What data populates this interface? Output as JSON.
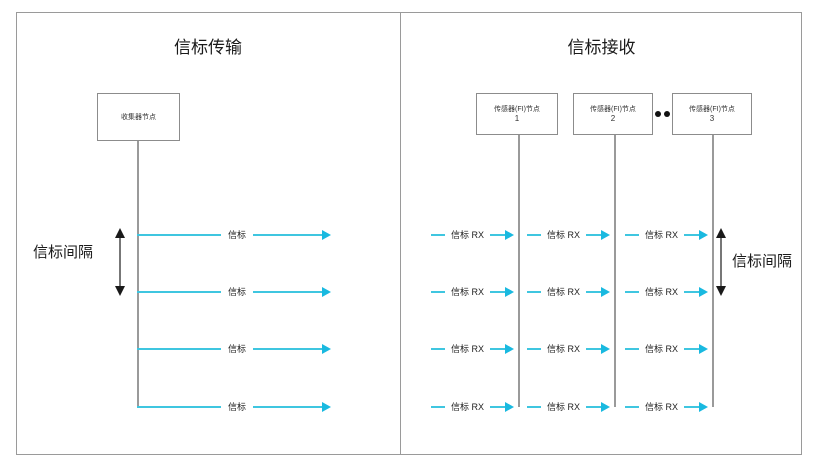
{
  "diagram": {
    "panels": [
      {
        "id": "transmission",
        "title": "信标传输",
        "node": {
          "label_line1": "收集器节点",
          "label_line2": ""
        },
        "interval_label": "信标间隔",
        "messages": [
          {
            "label": "信标"
          },
          {
            "label": "信标"
          },
          {
            "label": "信标"
          },
          {
            "label": "信标"
          }
        ]
      },
      {
        "id": "reception",
        "title": "信标接收",
        "nodes": [
          {
            "label_line1": "传感器(FI)节点",
            "label_line2": "1"
          },
          {
            "label_line1": "传感器(FI)节点",
            "label_line2": "2"
          },
          {
            "label_line1": "传感器(FI)节点",
            "label_line2": "3"
          }
        ],
        "ellipsis": "••",
        "interval_label": "信标间隔",
        "rx_rows": [
          [
            {
              "label": "信标 RX"
            },
            {
              "label": "信标 RX"
            },
            {
              "label": "信标 RX"
            }
          ],
          [
            {
              "label": "信标 RX"
            },
            {
              "label": "信标 RX"
            },
            {
              "label": "信标 RX"
            }
          ],
          [
            {
              "label": "信标 RX"
            },
            {
              "label": "信标 RX"
            },
            {
              "label": "信标 RX"
            }
          ],
          [
            {
              "label": "信标 RX"
            },
            {
              "label": "信标 RX"
            },
            {
              "label": "信标 RX"
            }
          ]
        ]
      }
    ],
    "colors": {
      "signal": "#3fc6e0",
      "arrowhead": "#19b9e0",
      "lifeline": "#9a9a9a",
      "frame": "#9a9a9a",
      "text": "#1a1a1a"
    }
  }
}
